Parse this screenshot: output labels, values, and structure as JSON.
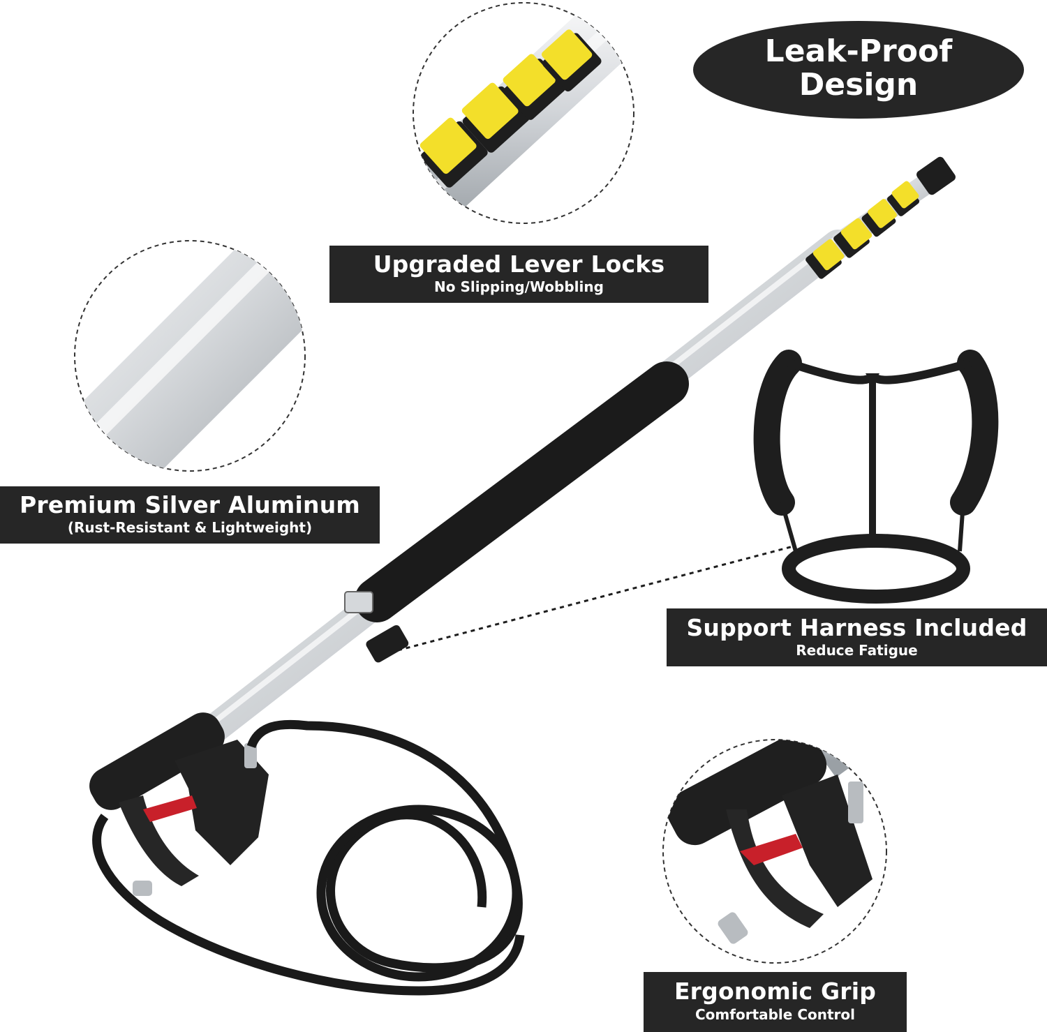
{
  "badge": {
    "line1": "Leak-Proof",
    "line2": "Design"
  },
  "callouts": {
    "lever_locks": {
      "title": "Upgraded Lever Locks",
      "subtitle": "No Slipping/Wobbling"
    },
    "aluminum": {
      "title": "Premium Silver Aluminum",
      "subtitle": "(Rust-Resistant & Lightweight)"
    },
    "harness": {
      "title": "Support Harness Included",
      "subtitle": "Reduce Fatigue"
    },
    "grip": {
      "title": "Ergonomic Grip",
      "subtitle": "Comfortable Control"
    }
  },
  "colors": {
    "label_bg": "#262626",
    "lock_yellow": "#f3df2a",
    "aluminum": "#d9dcdf",
    "foam": "#1b1b1b",
    "hose": "#1a1a1a",
    "trigger_red": "#c8202a"
  }
}
